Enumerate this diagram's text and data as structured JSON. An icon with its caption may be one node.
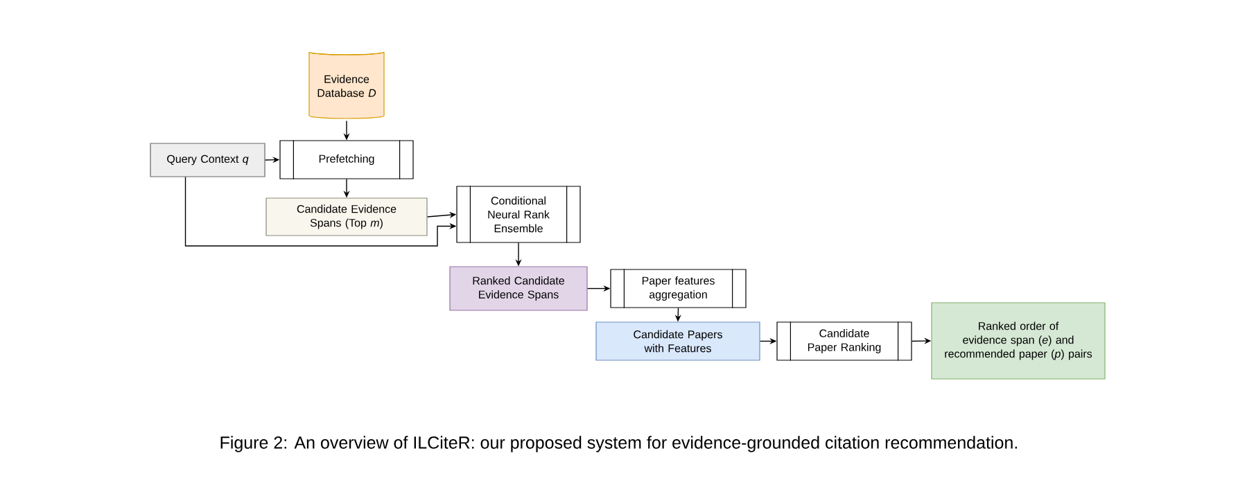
{
  "diagram": {
    "caption": "Figure 2: An overview of ILCiteR: our proposed system for evidence-grounded citation recommendation.",
    "nodes": [
      {
        "text": [
          "Evidence Database *D*"
        ]
      },
      {
        "text": [
          "Query Context *q*"
        ]
      },
      {
        "text": [
          "Prefetching"
        ]
      },
      {
        "text": [
          "Candidate Evidence Spans (Top *m*)"
        ]
      },
      {
        "text": [
          "Conditional Neural Rank Ensemble"
        ]
      },
      {
        "text": [
          "Ranked Candidate Evidence Spans"
        ]
      },
      {
        "text": [
          "Paper features aggregation"
        ]
      },
      {
        "text": [
          "Candidate Papers with Features"
        ]
      },
      {
        "text": [
          "Candidate Paper Ranking"
        ]
      },
      {
        "text": [
          "Ranked order of evidence span (*e*) and recommended paper (*p*) pairs"
        ]
      }
    ],
    "edges": [
      {
        "from": 0,
        "to": 2,
        "arrow": "to"
      },
      {
        "from": 1,
        "to": 2,
        "arrow": "to"
      },
      {
        "from": 2,
        "to": 3,
        "arrow": "to"
      },
      {
        "from": 3,
        "to": 4,
        "arrow": "to"
      },
      {
        "from": 1,
        "to": 4,
        "arrow": "to"
      },
      {
        "from": 4,
        "to": 5,
        "arrow": "to"
      },
      {
        "from": 5,
        "to": 6,
        "arrow": "to"
      },
      {
        "from": 6,
        "to": 7,
        "arrow": "to"
      },
      {
        "from": 7,
        "to": 8,
        "arrow": "to"
      },
      {
        "from": 8,
        "to": 9,
        "arrow": "to"
      }
    ]
  }
}
